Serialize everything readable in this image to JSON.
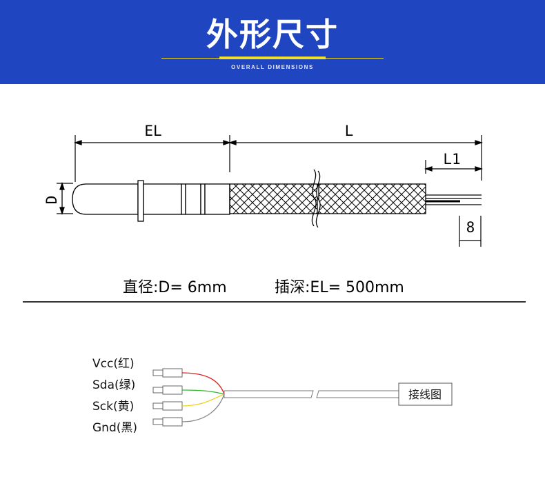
{
  "header": {
    "title": "外形尺寸",
    "subtitle": "OVERALL DIMENSIONS",
    "background_color": "#1f45c0",
    "accent_color": "#f1df2e"
  },
  "drawing": {
    "dim_el": "EL",
    "dim_l": "L",
    "dim_l1": "L1",
    "dim_d": "D",
    "dim_8": "8",
    "caption_diameter": "直径:D= 6mm",
    "caption_insertion": "插深:EL= 500mm"
  },
  "wiring": {
    "wires": [
      {
        "label": "Vcc(红)",
        "color": "#e02020"
      },
      {
        "label": "Sda(绿)",
        "color": "#2fb52f"
      },
      {
        "label": "Sck(黄)",
        "color": "#ecd21a"
      },
      {
        "label": "Gnd(黑)",
        "color": "#888888"
      }
    ],
    "diagram_label": "接线图"
  }
}
